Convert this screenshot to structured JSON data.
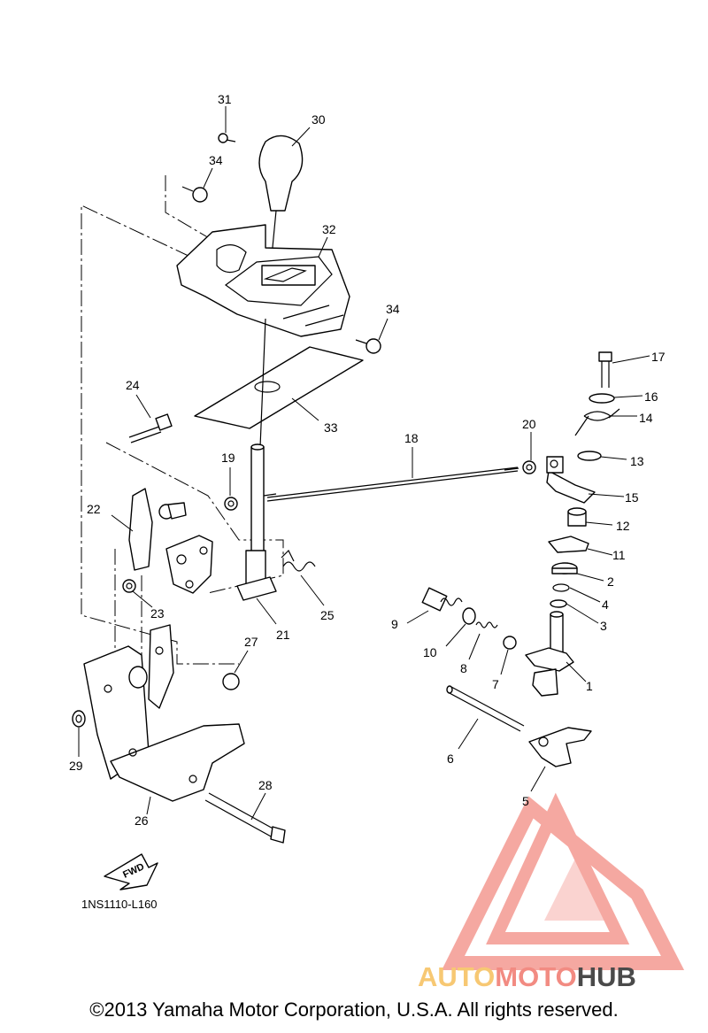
{
  "diagram": {
    "drawing_code": "1NS1110-L160",
    "fwd_label": "FWD",
    "callouts": [
      "1",
      "2",
      "3",
      "4",
      "5",
      "6",
      "7",
      "8",
      "9",
      "10",
      "11",
      "12",
      "13",
      "14",
      "15",
      "16",
      "17",
      "18",
      "19",
      "20",
      "21",
      "22",
      "23",
      "24",
      "25",
      "26",
      "27",
      "28",
      "29",
      "30",
      "31",
      "32",
      "33",
      "34"
    ]
  },
  "watermark": {
    "brand_part1": "AUTO",
    "brand_part2": "MOTO",
    "brand_part3": "HUB",
    "colors": {
      "logo": "#f28b82",
      "auto": "#f7c873",
      "moto": "#f28b82",
      "hub": "#4a4a4a"
    }
  },
  "footer": {
    "copyright": "©2013 Yamaha Motor Corporation, U.S.A. All rights reserved."
  }
}
